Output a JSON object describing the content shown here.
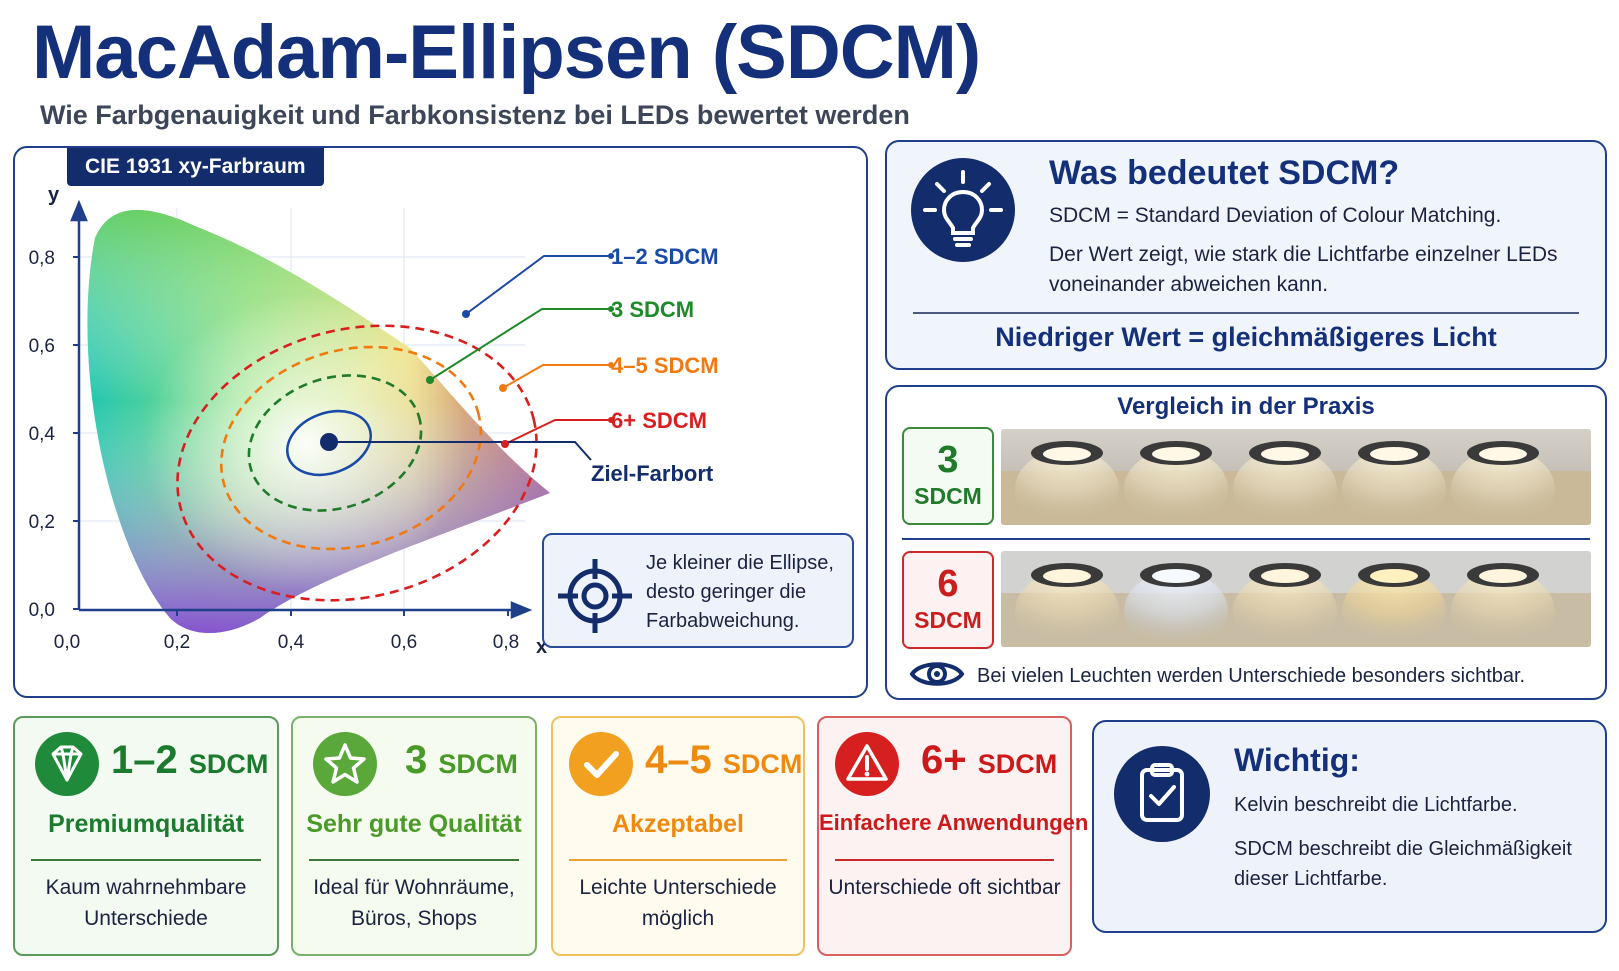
{
  "header": {
    "title": "MacAdam-Ellipsen (SDCM)",
    "subtitle": "Wie Farbgenauigkeit und Farbkonsistenz bei LEDs bewertet werden"
  },
  "diagram": {
    "tag": "CIE 1931 xy-Farbraum",
    "axis_x_label": "x",
    "axis_y_label": "y",
    "x_ticks": [
      "0,0",
      "0,2",
      "0,4",
      "0,6",
      "0,8"
    ],
    "y_ticks": [
      "0,0",
      "0,2",
      "0,4",
      "0,6",
      "0,8"
    ],
    "legend": [
      {
        "label": "1–2 SDCM",
        "color": "#1a4aa8"
      },
      {
        "label": "3 SDCM",
        "color": "#1f8a2a"
      },
      {
        "label": "4–5 SDCM",
        "color": "#f07a10"
      },
      {
        "label": "6+ SDCM",
        "color": "#d81e1e"
      }
    ],
    "target_label": "Ziel-Farbort",
    "callout": "Je kleiner die Ellipse, desto geringer die Farbabweichung.",
    "callout_icon": "target-icon"
  },
  "sdcm_info": {
    "icon": "lightbulb-icon",
    "heading": "Was bedeutet SDCM?",
    "definition": "SDCM = Standard Deviation of Colour Matching.",
    "explanation": "Der Wert zeigt, wie stark die Lichtfarbe einzelner LEDs voneinander abweichen kann.",
    "highlight": "Niedriger Wert = gleichmäßigeres Licht"
  },
  "comparison": {
    "heading": "Vergleich in der Praxis",
    "rows": [
      {
        "value": "3",
        "unit": "SDCM"
      },
      {
        "value": "6",
        "unit": "SDCM"
      }
    ],
    "footer_icon": "eye-icon",
    "footer": "Bei vielen Leuchten werden Unterschiede besonders sichtbar."
  },
  "ratings": [
    {
      "icon": "diamond-icon",
      "value": "1–2",
      "unit": "SDCM",
      "quality": "Premiumqualität",
      "description": "Kaum wahrnehmbare Unterschiede"
    },
    {
      "icon": "star-icon",
      "value": "3",
      "unit": "SDCM",
      "quality": "Sehr gute Qualität",
      "description": "Ideal für Wohnräume, Büros, Shops"
    },
    {
      "icon": "check-icon",
      "value": "4–5",
      "unit": "SDCM",
      "quality": "Akzeptabel",
      "description": "Leichte Unterschiede möglich"
    },
    {
      "icon": "warning-icon",
      "value": "6+",
      "unit": "SDCM",
      "quality": "Einfachere Anwendungen",
      "description": "Unterschiede oft sichtbar"
    }
  ],
  "important": {
    "icon": "clipboard-check-icon",
    "heading": "Wichtig:",
    "line1": "Kelvin beschreibt die Lichtfarbe.",
    "line2": "SDCM beschreibt die Gleichmäßigkeit dieser Lichtfarbe."
  }
}
